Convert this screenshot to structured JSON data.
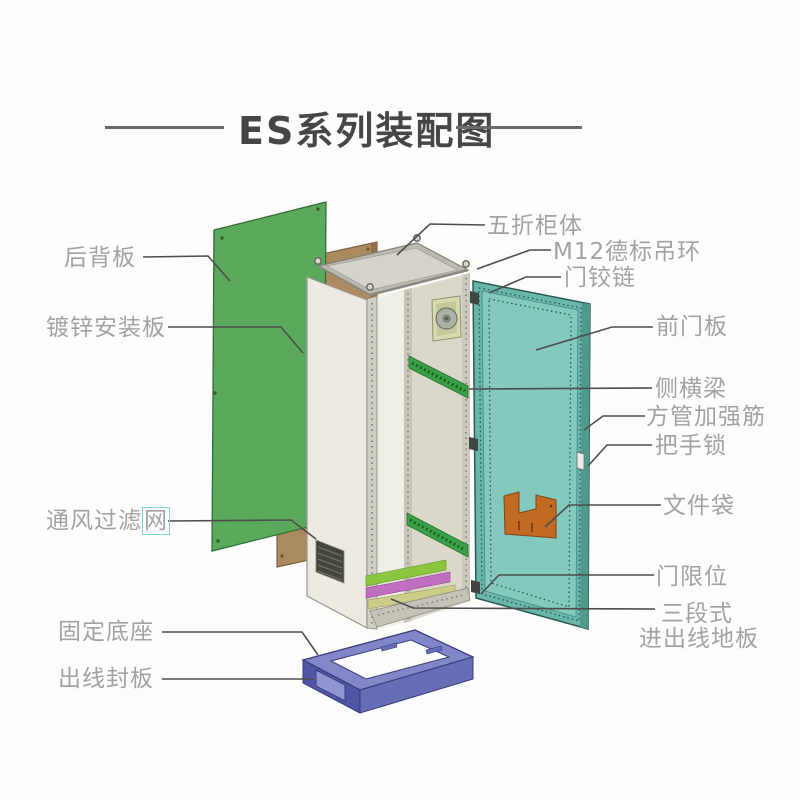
{
  "title": {
    "text": "ES系列装配图"
  },
  "labels": {
    "left": [
      {
        "id": "back-panel",
        "text": "后背板"
      },
      {
        "id": "mounting-plate",
        "text": "镀锌安装板"
      },
      {
        "id": "vent-filter",
        "text": "通风过滤",
        "text_boxed": "网"
      },
      {
        "id": "fixed-base",
        "text": "固定底座"
      },
      {
        "id": "outlet-plate",
        "text": "出线封板"
      }
    ],
    "right": [
      {
        "id": "cabinet-body",
        "text": "五折柜体"
      },
      {
        "id": "lifting-ring",
        "text": "M12德标吊环"
      },
      {
        "id": "door-hinge",
        "text": "门铰链"
      },
      {
        "id": "front-door",
        "text": "前门板"
      },
      {
        "id": "side-beam",
        "text": "侧横梁"
      },
      {
        "id": "tube-rib",
        "text": "方管加强筋"
      },
      {
        "id": "handle-lock",
        "text": "把手锁"
      },
      {
        "id": "document-pocket",
        "text": "文件袋"
      },
      {
        "id": "door-limit",
        "text": "门限位"
      },
      {
        "id": "cable-floor",
        "text": "三段式",
        "text2": "进出线地板"
      }
    ]
  },
  "colors": {
    "back_panel_green": "#5aa95c",
    "mounting_plate_brown": "#ac8a60",
    "cabinet_beige": "#ebe9e1",
    "cabinet_top_gray": "#d4d2cb",
    "door_teal": "#83c9bd",
    "pocket_orange": "#c16a24",
    "base_blue": "#8187c8",
    "floor_green": "#8cc63f",
    "floor_purple": "#c06ec0",
    "floor_yellow": "#cacc88",
    "beam_green": "#38a046",
    "leader_line": "#4d4d4d",
    "label_text": "#a2a2a2",
    "title_text": "#464646",
    "highlight_box": "#7fd4e8"
  }
}
